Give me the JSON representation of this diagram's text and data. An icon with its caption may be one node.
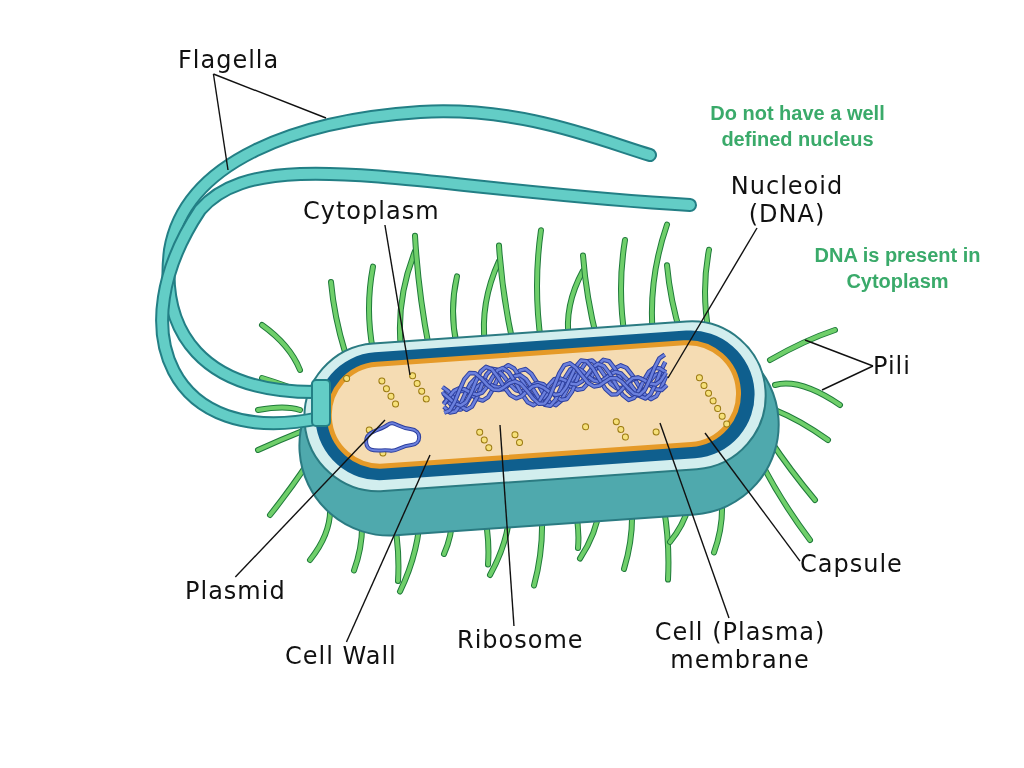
{
  "diagram": {
    "nodes": [
      {
        "text": [
          "Flagella"
        ]
      },
      {
        "text": [
          "Cytoplasm"
        ]
      },
      {
        "text": [
          "Nucleoid (DNA)"
        ]
      },
      {
        "text": [
          "Pili"
        ]
      },
      {
        "text": [
          "Capsule"
        ]
      },
      {
        "text": [
          "Cell (Plasma) membrane"
        ]
      },
      {
        "text": [
          "Ribosome"
        ]
      },
      {
        "text": [
          "Cell Wall"
        ]
      },
      {
        "text": [
          "Plasmid"
        ]
      }
    ],
    "edges": [
      {
        "from": 0,
        "to": null,
        "arrow": "none"
      },
      {
        "from": 0,
        "to": null,
        "arrow": "none"
      },
      {
        "from": 1,
        "to": null,
        "arrow": "none"
      },
      {
        "from": 2,
        "to": null,
        "arrow": "none"
      },
      {
        "from": 3,
        "to": null,
        "arrow": "none"
      },
      {
        "from": 3,
        "to": null,
        "arrow": "none"
      },
      {
        "from": 4,
        "to": null,
        "arrow": "none"
      },
      {
        "from": 5,
        "to": null,
        "arrow": "none"
      },
      {
        "from": 6,
        "to": null,
        "arrow": "none"
      },
      {
        "from": 7,
        "to": null,
        "arrow": "none"
      },
      {
        "from": 8,
        "to": null,
        "arrow": "none"
      }
    ],
    "labels": [
      "Do not have a well defined nucleus",
      "DNA is present in Cytoplasm"
    ]
  }
}
